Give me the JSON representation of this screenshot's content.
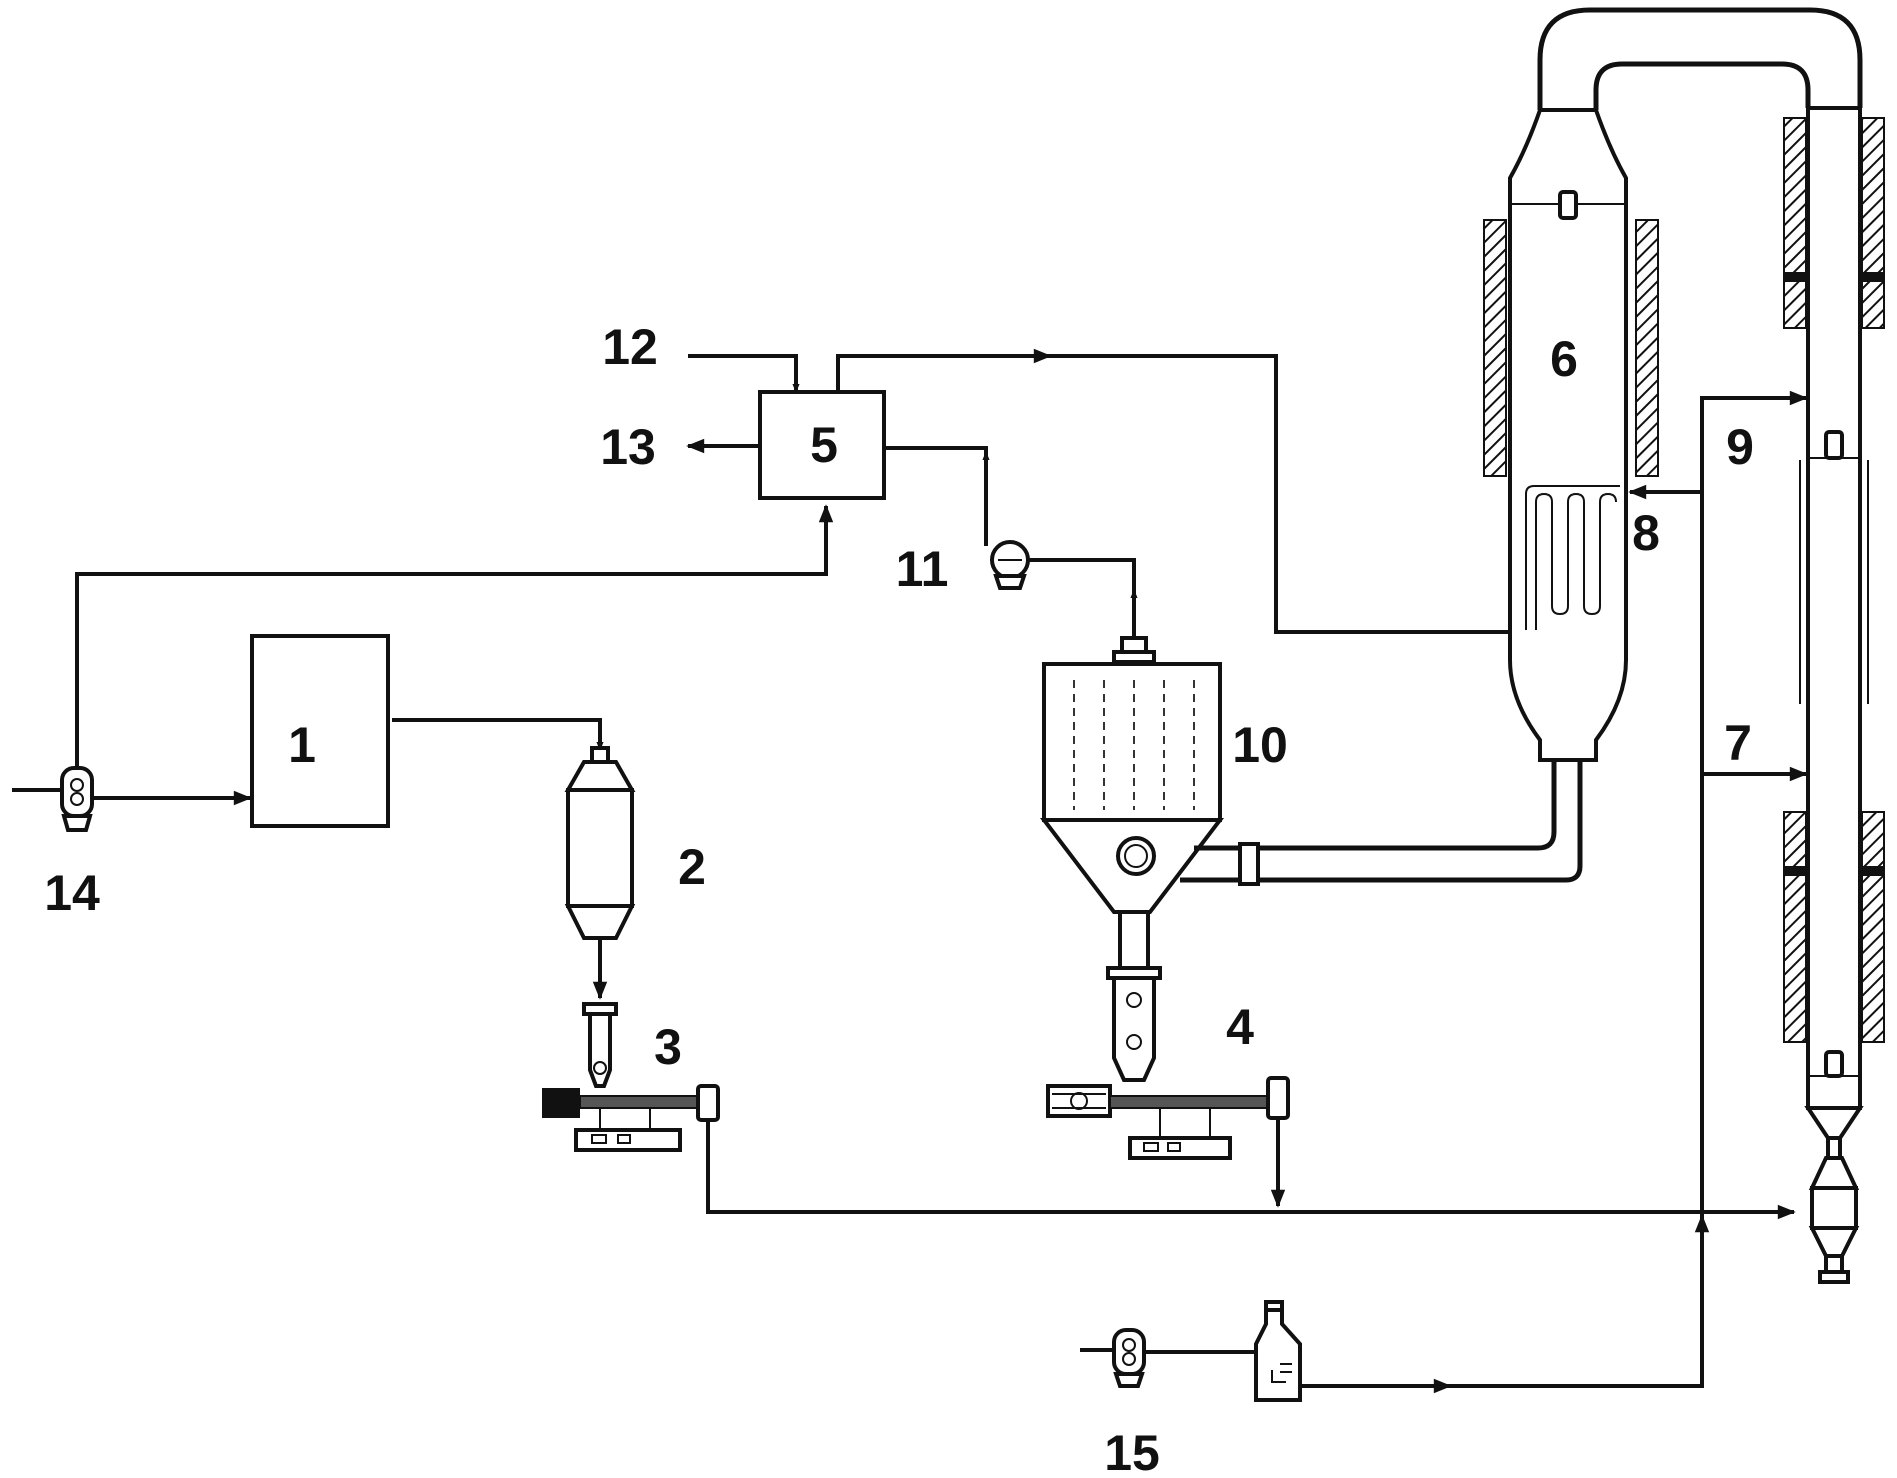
{
  "diagram": {
    "units": [
      {
        "id": "1",
        "label": "1"
      },
      {
        "id": "2",
        "label": "2"
      },
      {
        "id": "3",
        "label": "3"
      },
      {
        "id": "4",
        "label": "4"
      },
      {
        "id": "5",
        "label": "5"
      },
      {
        "id": "6",
        "label": "6"
      },
      {
        "id": "7",
        "label": "7"
      },
      {
        "id": "8",
        "label": "8"
      },
      {
        "id": "9",
        "label": "9"
      },
      {
        "id": "10",
        "label": "10"
      },
      {
        "id": "11",
        "label": "11"
      },
      {
        "id": "12",
        "label": "12"
      },
      {
        "id": "13",
        "label": "13"
      },
      {
        "id": "14",
        "label": "14"
      },
      {
        "id": "15",
        "label": "15"
      }
    ],
    "connections": [
      {
        "from": "14",
        "to": "1"
      },
      {
        "from": "14",
        "to": "5"
      },
      {
        "from": "1",
        "to": "2"
      },
      {
        "from": "2",
        "to": "3"
      },
      {
        "from": "10",
        "to": "4"
      },
      {
        "from": "10",
        "to": "11"
      },
      {
        "from": "11",
        "to": "5"
      },
      {
        "from": "12",
        "to": "5"
      },
      {
        "from": "5",
        "to": "13"
      },
      {
        "from": "5",
        "to": "6"
      },
      {
        "from": "6",
        "to": "10"
      },
      {
        "from": "3",
        "to": "riser"
      },
      {
        "from": "4",
        "to": "riser"
      },
      {
        "from": "15",
        "to": "7"
      },
      {
        "from": "15",
        "to": "8"
      },
      {
        "from": "15",
        "to": "9"
      }
    ]
  }
}
